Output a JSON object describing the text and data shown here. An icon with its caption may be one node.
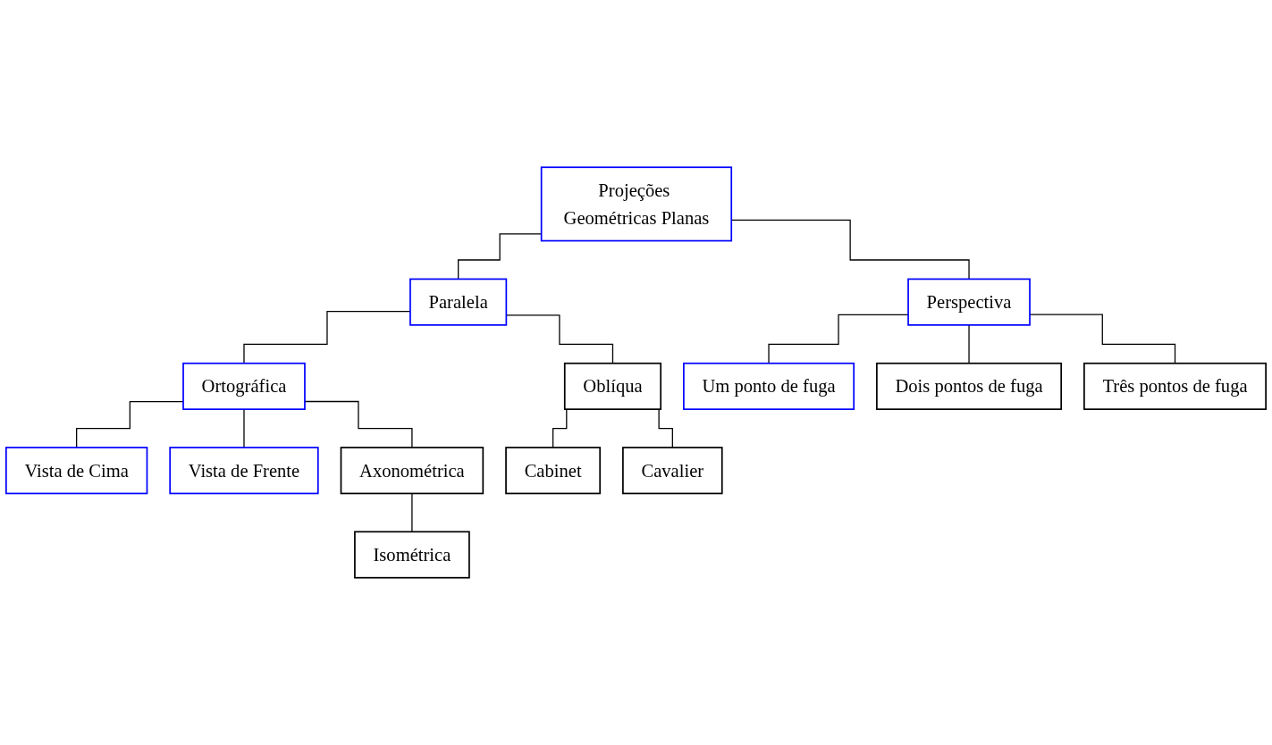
{
  "diagram": {
    "nodes": [
      {
        "text": [
          "Projeções Geométricas Planas"
        ]
      },
      {
        "text": [
          "Paralela"
        ]
      },
      {
        "text": [
          "Perspectiva"
        ]
      },
      {
        "text": [
          "Ortográfica"
        ]
      },
      {
        "text": [
          "Oblíqua"
        ]
      },
      {
        "text": [
          "Vista de Cima"
        ]
      },
      {
        "text": [
          "Vista de Frente"
        ]
      },
      {
        "text": [
          "Axonométrica"
        ]
      },
      {
        "text": [
          "Isométrica"
        ]
      },
      {
        "text": [
          "Cabinet"
        ]
      },
      {
        "text": [
          "Cavalier"
        ]
      },
      {
        "text": [
          "Um ponto de fuga"
        ]
      },
      {
        "text": [
          "Dois pontos de fuga"
        ]
      },
      {
        "text": [
          "Três pontos de fuga"
        ]
      }
    ],
    "edges": [
      {
        "from": 0,
        "to": 1,
        "arrow": "none"
      },
      {
        "from": 0,
        "to": 2,
        "arrow": "none"
      },
      {
        "from": 1,
        "to": 3,
        "arrow": "none"
      },
      {
        "from": 1,
        "to": 4,
        "arrow": "none"
      },
      {
        "from": 3,
        "to": 5,
        "arrow": "none"
      },
      {
        "from": 3,
        "to": 6,
        "arrow": "none"
      },
      {
        "from": 3,
        "to": 7,
        "arrow": "none"
      },
      {
        "from": 7,
        "to": 8,
        "arrow": "none"
      },
      {
        "from": 4,
        "to": 9,
        "arrow": "none"
      },
      {
        "from": 4,
        "to": 10,
        "arrow": "none"
      },
      {
        "from": 2,
        "to": 11,
        "arrow": "none"
      },
      {
        "from": 2,
        "to": 12,
        "arrow": "none"
      },
      {
        "from": 2,
        "to": 13,
        "arrow": "none"
      }
    ]
  }
}
